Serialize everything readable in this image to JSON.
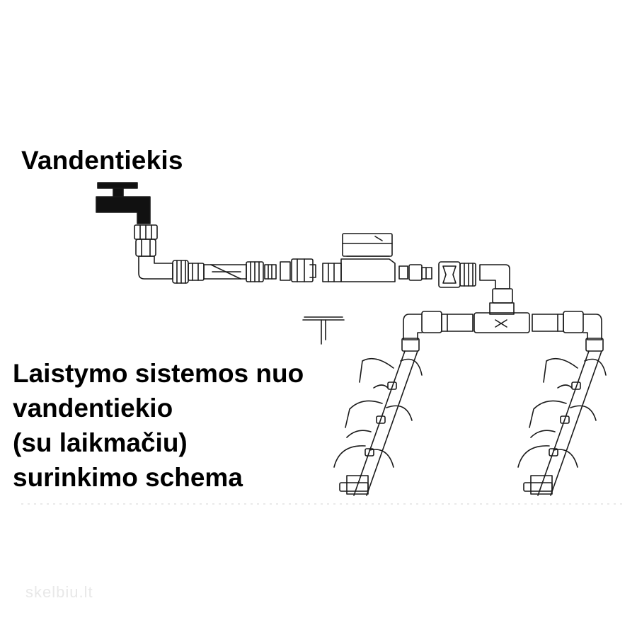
{
  "labels": {
    "source": "Vandentiekis",
    "caption_lines": [
      "Laistymo sistemos nuo",
      "vandentiekio",
      "(su laikmačiu)",
      "surinkimo schema"
    ],
    "watermark": "skelbiu.lt"
  },
  "components": [
    {
      "name": "faucet",
      "icon": "faucet-icon"
    },
    {
      "name": "tap-connector",
      "icon": "connector-icon"
    },
    {
      "name": "elbow",
      "icon": "elbow-icon"
    },
    {
      "name": "hose-coupling",
      "icon": "coupling-icon"
    },
    {
      "name": "filter",
      "icon": "filter-icon"
    },
    {
      "name": "water-timer",
      "icon": "timer-icon"
    },
    {
      "name": "quick-connector",
      "icon": "quick-connector-icon"
    },
    {
      "name": "pressure-reducer",
      "icon": "reducer-icon"
    },
    {
      "name": "tee-splitter",
      "icon": "tee-icon"
    },
    {
      "name": "drip-stakes",
      "icon": "stake-icon"
    },
    {
      "name": "end-cap",
      "icon": "end-cap-icon"
    }
  ],
  "colors": {
    "ink": "#000000",
    "line": "#1a1a1a",
    "background": "#ffffff",
    "watermark": "#e8e8e8"
  }
}
